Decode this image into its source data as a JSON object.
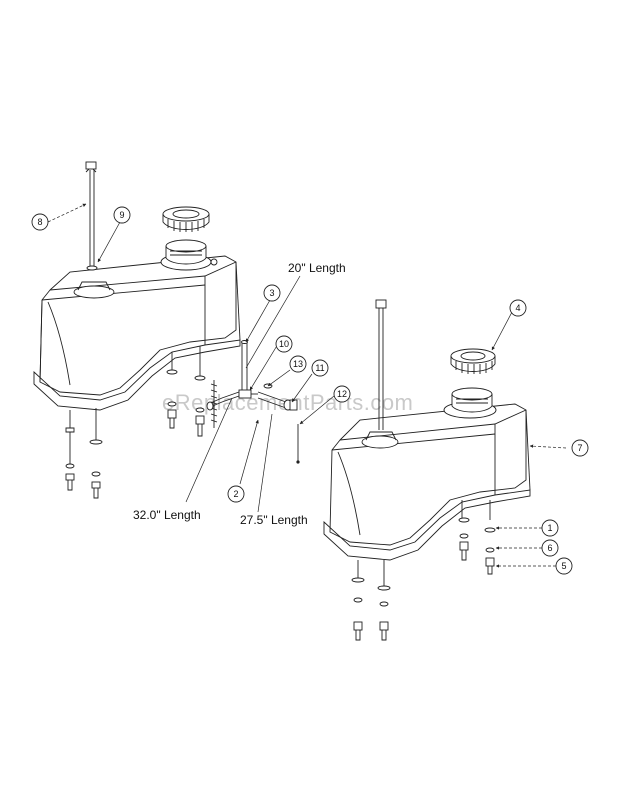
{
  "watermark": "eReplacementParts.com",
  "dimension_labels": {
    "len_20": "20\" Length",
    "len_32": "32.0\" Length",
    "len_27": "27.5\" Length"
  },
  "callouts": [
    "1",
    "2",
    "3",
    "4",
    "5",
    "6",
    "7",
    "8",
    "9",
    "10",
    "11",
    "12",
    "13"
  ]
}
